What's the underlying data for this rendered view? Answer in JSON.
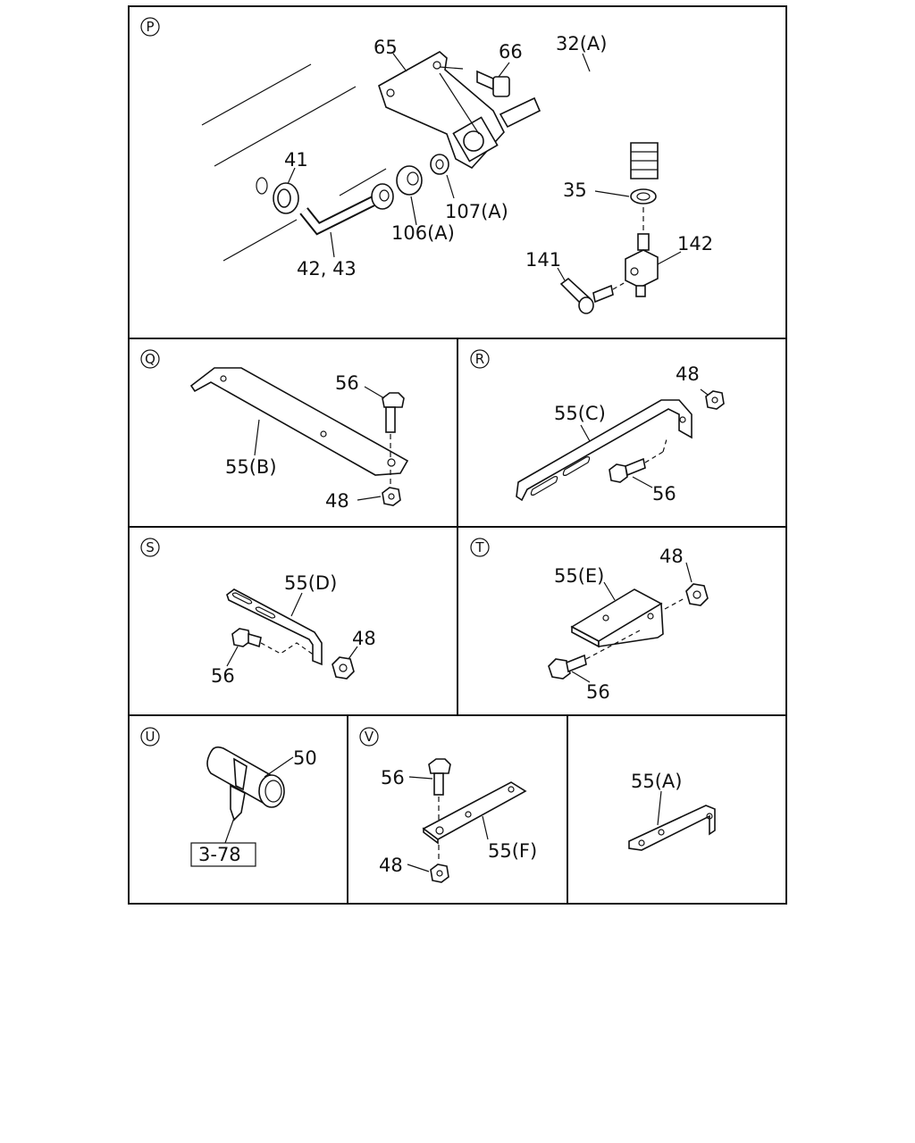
{
  "panels": {
    "P": {
      "tag": "P",
      "labels": {
        "p65": "65",
        "p66": "66",
        "p32": "32(A)",
        "p41": "41",
        "p35": "35",
        "p107": "107(A)",
        "p106": "106(A)",
        "p4243": "42, 43",
        "p141": "141",
        "p142": "142"
      }
    },
    "Q": {
      "tag": "Q",
      "labels": {
        "p56": "56",
        "p55": "55(B)",
        "p48": "48"
      }
    },
    "R": {
      "tag": "R",
      "labels": {
        "p48": "48",
        "p55": "55(C)",
        "p56": "56"
      }
    },
    "S": {
      "tag": "S",
      "labels": {
        "p55": "55(D)",
        "p48": "48",
        "p56": "56"
      }
    },
    "T": {
      "tag": "T",
      "labels": {
        "p55": "55(E)",
        "p48": "48",
        "p56": "56"
      }
    },
    "U": {
      "tag": "U",
      "labels": {
        "p50": "50",
        "ref": "3-78"
      }
    },
    "V": {
      "tag": "V",
      "labels": {
        "p56": "56",
        "p55": "55(F)",
        "p48": "48"
      }
    },
    "W": {
      "labels": {
        "p55": "55(A)"
      }
    }
  }
}
